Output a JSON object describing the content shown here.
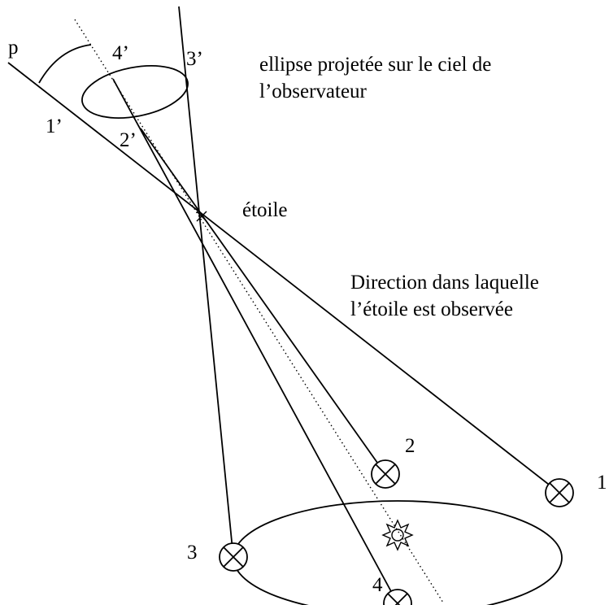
{
  "labels": {
    "p": "p",
    "one_prime": "1’",
    "two_prime": "2’",
    "three_prime": "3’",
    "four_prime": "4’",
    "one": "1",
    "two": "2",
    "three": "3",
    "four": "4"
  },
  "annotations": {
    "ellipse_line1": "ellipse projetée sur le ciel de",
    "ellipse_line2": "l’observateur",
    "star": "étoile",
    "direction_line1": "Direction dans laquelle",
    "direction_line2": "l’étoile est observée"
  }
}
